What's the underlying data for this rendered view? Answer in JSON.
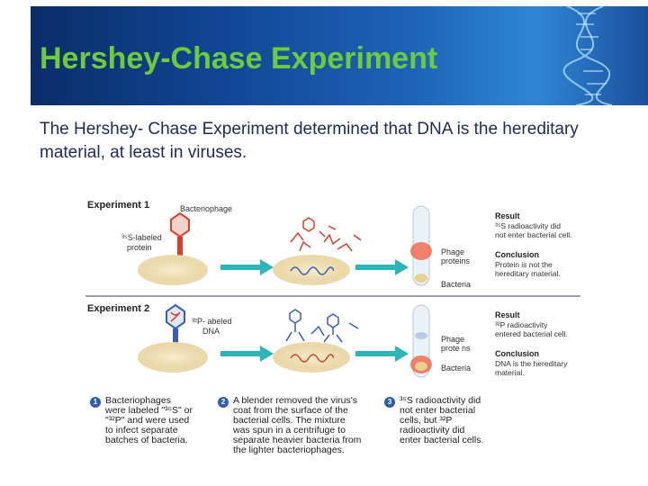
{
  "slide": {
    "title": "Hershey-Chase Experiment",
    "intro": "The Hershey- Chase Experiment determined that DNA is the hereditary material, at least in viruses."
  },
  "colors": {
    "banner": "#114593",
    "title": "#6ecb3b",
    "text": "#1f2b57",
    "arrow": "#2db5b8",
    "protein_red": "#d9402c",
    "dna_blue": "#3a5fb0"
  },
  "figure": {
    "experiment1": {
      "title": "Experiment 1",
      "label_phage": "Bacteriophage",
      "label_protein_l1": "³⁵S-labeled",
      "label_protein_l2": "protein",
      "tube_label_1a": "Phage",
      "tube_label_1b": "proteins",
      "tube_label_2": "Bacteria",
      "result_head": "Result",
      "result_l1": "³⁵S radioactivity did",
      "result_l2": "not enter bacterial cell.",
      "conclusion_head": "Conclusion",
      "conclusion_l1": "Protein is not the",
      "conclusion_l2": "hereditary material."
    },
    "experiment2": {
      "title": "Experiment 2",
      "label_dna_l1": "³²P- abeled",
      "label_dna_l2": "DNA",
      "tube_label_1a": "Phage",
      "tube_label_1b": "prote ns",
      "tube_label_2": "Bacteria",
      "result_head": "Result",
      "result_l1": "³²P radioactivity",
      "result_l2": "entered bacterial cell.",
      "conclusion_head": "Conclusion",
      "conclusion_l1": "DNA is the hereditary",
      "conclusion_l2": "material."
    },
    "steps": [
      {
        "num": "1",
        "lines": [
          "Bacteriophages",
          "were labeled \"³⁵S\" or",
          "\"³²P\" and were used",
          "to infect separate",
          "batches of bacteria."
        ]
      },
      {
        "num": "2",
        "lines": [
          "A blender removed the virus's",
          "coat from the surface of the",
          "bacterial cells. The mixture",
          "was spun in a centrifuge to",
          "separate heavier bacteria from",
          "the lighter bacteriophages."
        ]
      },
      {
        "num": "3",
        "lines": [
          "³⁵S radioactivity did",
          "not enter bacterial",
          "cells, but ³²P",
          "radioactivity did",
          "enter bacterial cells."
        ]
      }
    ]
  }
}
